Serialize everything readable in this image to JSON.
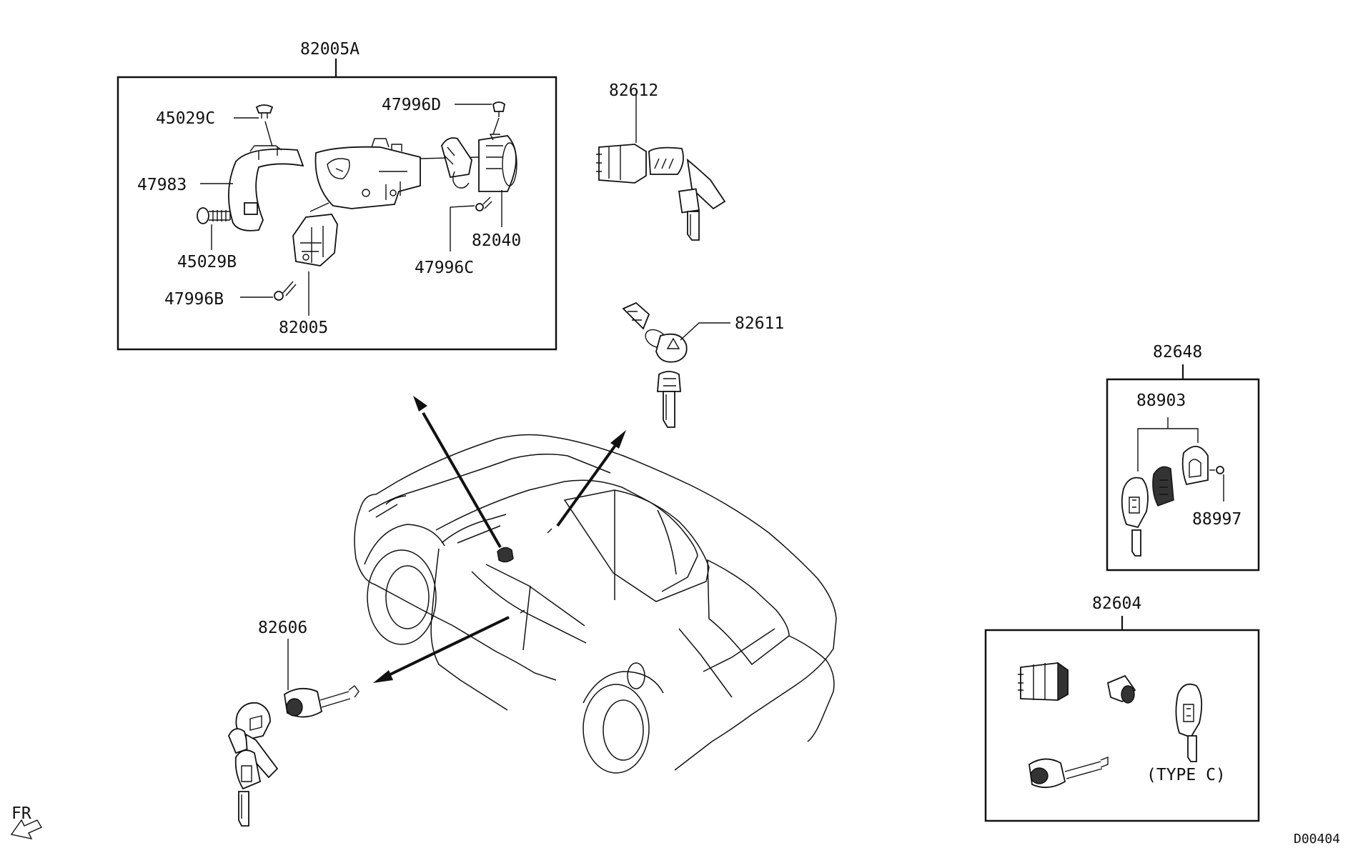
{
  "labels": {
    "assembly_82005A": "82005A",
    "screw_45029C": "45029C",
    "cover_47983": "47983",
    "bolt_45029B": "45029B",
    "screw_47996B": "47996B",
    "switch_82005": "82005",
    "screw_47996D": "47996D",
    "lock_82040": "82040",
    "screw_47996C": "47996C",
    "lock_82612": "82612",
    "key_82611": "82611",
    "key_set_82648": "82648",
    "shell_88903": "88903",
    "screw_88997": "88997",
    "lock_set_82604": "82604",
    "type_note": "(TYPE C)",
    "door_lock_82606": "82606",
    "front_marker": "FR",
    "diagram_code": "D00404"
  }
}
